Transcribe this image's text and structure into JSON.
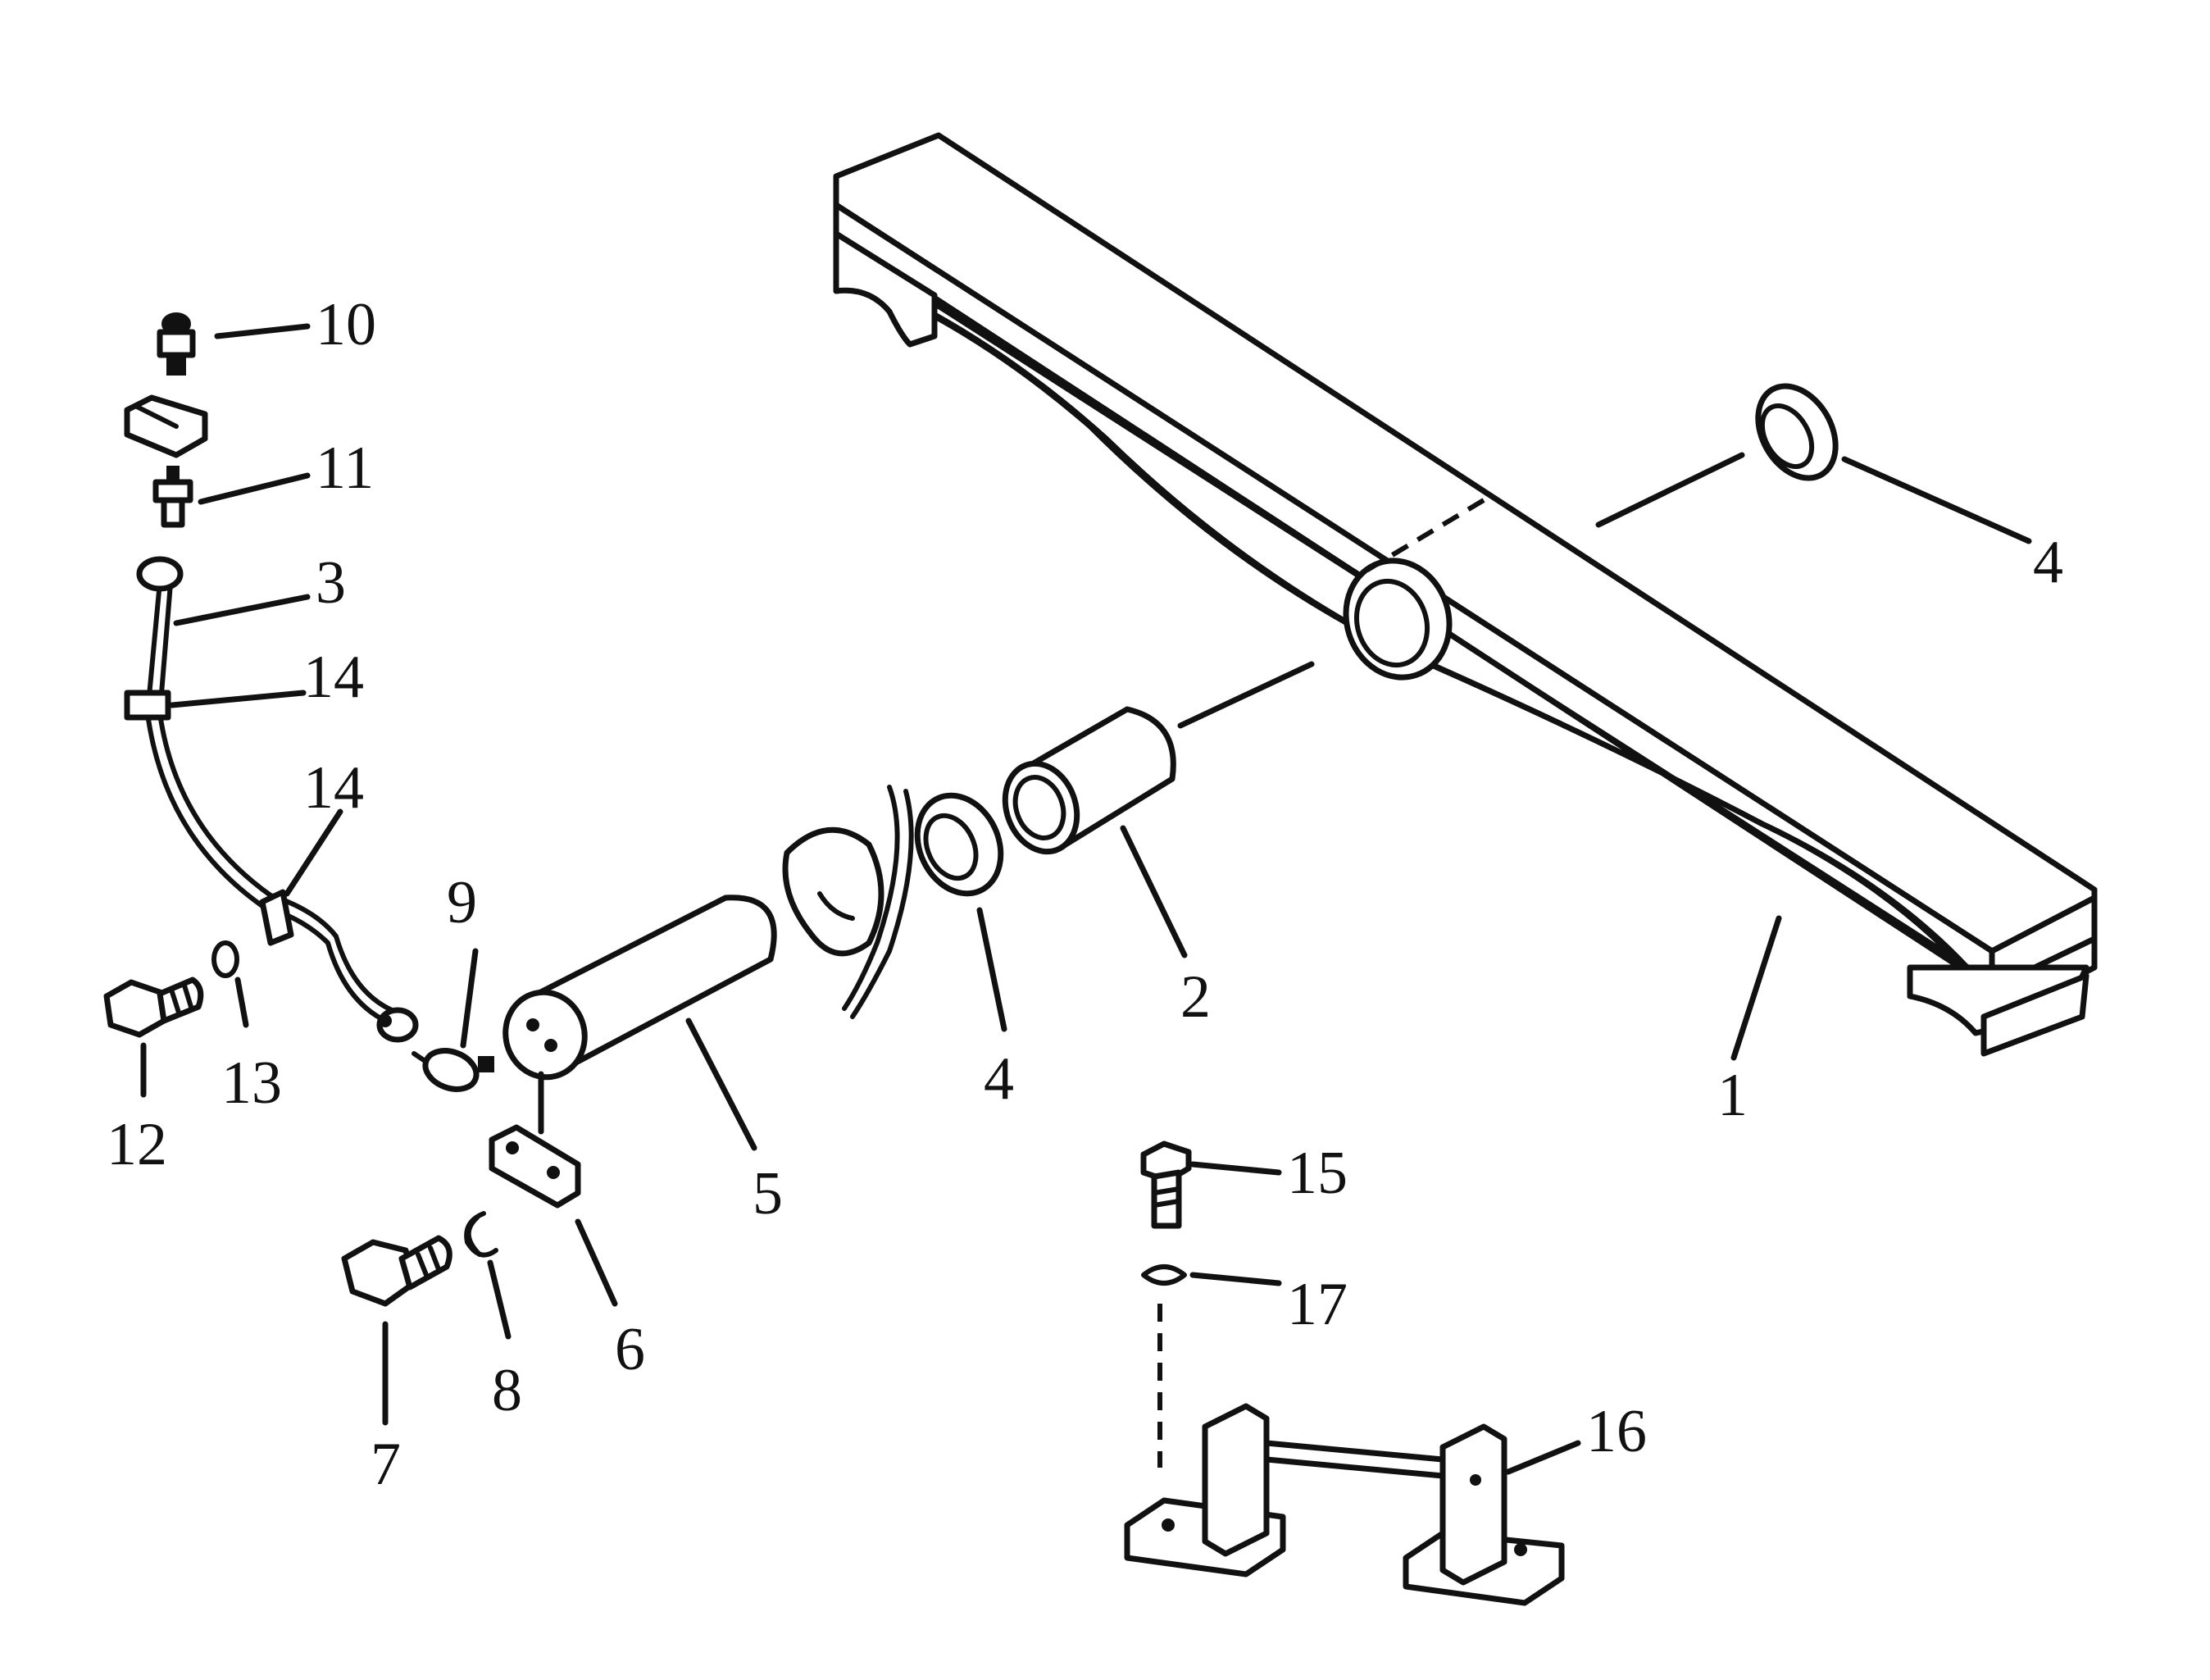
{
  "diagram": {
    "callouts": [
      {
        "id": "1",
        "text": "1"
      },
      {
        "id": "2",
        "text": "2"
      },
      {
        "id": "3",
        "text": "3"
      },
      {
        "id": "4a",
        "text": "4"
      },
      {
        "id": "4b",
        "text": "4"
      },
      {
        "id": "5",
        "text": "5"
      },
      {
        "id": "6",
        "text": "6"
      },
      {
        "id": "7",
        "text": "7"
      },
      {
        "id": "8",
        "text": "8"
      },
      {
        "id": "9",
        "text": "9"
      },
      {
        "id": "10",
        "text": "10"
      },
      {
        "id": "11",
        "text": "11"
      },
      {
        "id": "12",
        "text": "12"
      },
      {
        "id": "13",
        "text": "13"
      },
      {
        "id": "14a",
        "text": "14"
      },
      {
        "id": "14b",
        "text": "14"
      },
      {
        "id": "15",
        "text": "15"
      },
      {
        "id": "16",
        "text": "16"
      },
      {
        "id": "17",
        "text": "17"
      }
    ]
  }
}
